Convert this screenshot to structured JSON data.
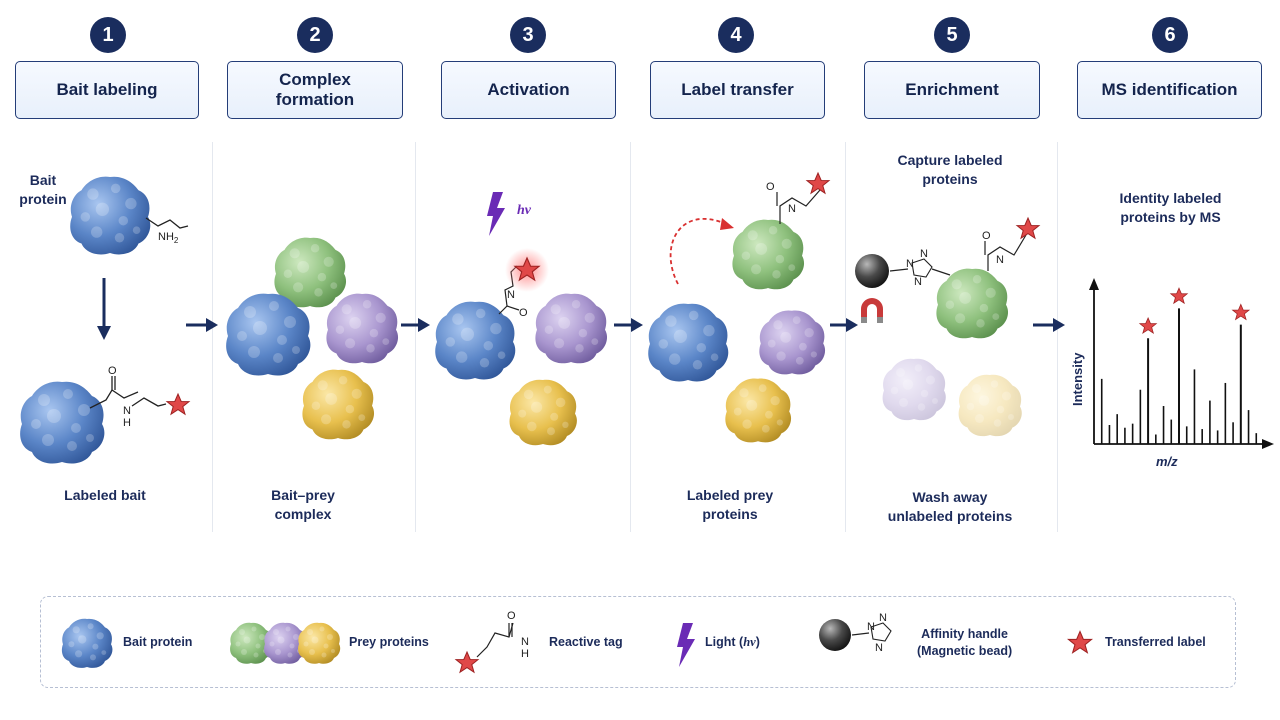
{
  "steps": [
    {
      "number": "1",
      "title": "Bait labeling"
    },
    {
      "number": "2",
      "title_line1": "Complex",
      "title_line2": "formation"
    },
    {
      "number": "3",
      "title": "Activation"
    },
    {
      "number": "4",
      "title": "Label transfer"
    },
    {
      "number": "5",
      "title": "Enrichment"
    },
    {
      "number": "6",
      "title": "MS identification"
    }
  ],
  "panel1": {
    "bait_label_line1": "Bait",
    "bait_label_line2": "protein",
    "amine": "NH",
    "amine_sub": "2",
    "amide_o": "O",
    "amide_n": "N",
    "amide_h": "H",
    "caption": "Labeled bait"
  },
  "panel2": {
    "caption_line1": "Bait–prey",
    "caption_line2": "complex"
  },
  "panel3": {
    "light": "hv",
    "amide_o": "O",
    "amide_n": "N"
  },
  "panel4": {
    "amide_o": "O",
    "amide_n": "N",
    "caption_line1": "Labeled prey",
    "caption_line2": "proteins"
  },
  "panel5": {
    "top_line1": "Capture labeled",
    "top_line2": "proteins",
    "bottom_line1": "Wash away",
    "bottom_line2": "unlabeled proteins",
    "amide_o": "O",
    "amide_n": "N",
    "triazole_n1": "N",
    "triazole_n2": "N",
    "triazole_n3": "N"
  },
  "panel6": {
    "title_line1": "Identity labeled",
    "title_line2": "proteins by MS",
    "ylabel": "Intensity",
    "xlabel": "m/z"
  },
  "chart_data": {
    "type": "bar",
    "title": "",
    "xlabel": "m/z",
    "ylabel": "Intensity",
    "peaks": [
      {
        "x": 1,
        "y": 0.48,
        "starred": false
      },
      {
        "x": 2,
        "y": 0.14,
        "starred": false
      },
      {
        "x": 3,
        "y": 0.22,
        "starred": false
      },
      {
        "x": 4,
        "y": 0.12,
        "starred": false
      },
      {
        "x": 5,
        "y": 0.15,
        "starred": false
      },
      {
        "x": 6,
        "y": 0.4,
        "starred": false
      },
      {
        "x": 7,
        "y": 0.78,
        "starred": true
      },
      {
        "x": 8,
        "y": 0.07,
        "starred": false
      },
      {
        "x": 9,
        "y": 0.28,
        "starred": false
      },
      {
        "x": 10,
        "y": 0.18,
        "starred": false
      },
      {
        "x": 11,
        "y": 1.0,
        "starred": true
      },
      {
        "x": 12,
        "y": 0.13,
        "starred": false
      },
      {
        "x": 13,
        "y": 0.55,
        "starred": false
      },
      {
        "x": 14,
        "y": 0.11,
        "starred": false
      },
      {
        "x": 15,
        "y": 0.32,
        "starred": false
      },
      {
        "x": 16,
        "y": 0.1,
        "starred": false
      },
      {
        "x": 17,
        "y": 0.45,
        "starred": false
      },
      {
        "x": 18,
        "y": 0.16,
        "starred": false
      },
      {
        "x": 19,
        "y": 0.88,
        "starred": true
      },
      {
        "x": 20,
        "y": 0.25,
        "starred": false
      },
      {
        "x": 21,
        "y": 0.08,
        "starred": false
      }
    ],
    "ylim": [
      0,
      1.15
    ],
    "xlim": [
      0,
      22
    ],
    "grid": false
  },
  "legend": {
    "bait": "Bait protein",
    "prey": "Prey proteins",
    "tag": "Reactive tag",
    "tag_o": "O",
    "tag_n": "N",
    "tag_h": "H",
    "light": "Light (",
    "light_hv": "hv",
    "light_close": ")",
    "handle_line1": "Affinity handle",
    "handle_line2": "(Magnetic bead)",
    "handle_n1": "N",
    "handle_n2": "N",
    "handle_n3": "N",
    "label": "Transferred label"
  },
  "colors": {
    "navy": "#1a2d5e",
    "bait": "#5b86c8",
    "prey_green": "#8fc17e",
    "prey_purple": "#a996cf",
    "prey_yellow": "#e8c04e",
    "star": "#e04848",
    "light": "#6a2bb5"
  }
}
